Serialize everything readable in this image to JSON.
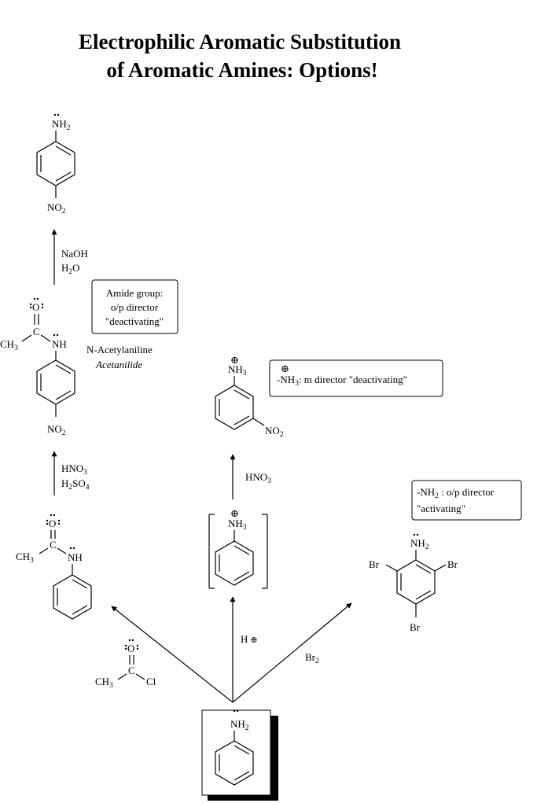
{
  "title": {
    "line1": "Electrophilic Aromatic Substitution",
    "line2": "of Aromatic Amines: Options!"
  },
  "labels": {
    "N": "N",
    "H": "H",
    "H2": "2",
    "H3": "3",
    "NO": "NO",
    "O": "O",
    "C": "C",
    "CH": "CH",
    "Cl": "Cl",
    "Br": "Br",
    "plus": "⊕"
  },
  "reagents": {
    "naoh": "NaOH",
    "h2o_h": "H",
    "h2o_o": "O",
    "hno3": "HNO",
    "h2so4_h": "H",
    "h2so4_so": "SO",
    "h2so4_4": "4",
    "hplus": "H",
    "br2": "Br"
  },
  "names": {
    "n_acetylaniline": "N-Acetylaniline",
    "acetanilide": "Acetanilide"
  },
  "notes": {
    "amide": [
      "Amide group:",
      "o/p director",
      "\"deactivating\""
    ],
    "anilinium": "-NH",
    "anilinium_rest": ": m director \"deactivating\"",
    "amine_l1": "-NH",
    "amine_l1_rest": " : o/p director",
    "amine_l2": "\"activating\""
  }
}
